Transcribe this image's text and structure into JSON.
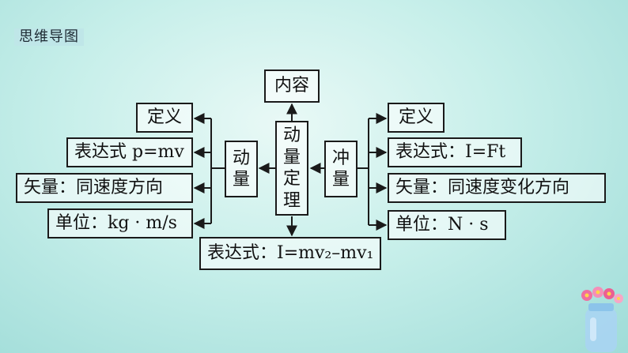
{
  "header": {
    "title": "思维导图"
  },
  "center": {
    "label": "动量定理",
    "chars": [
      "动",
      "量",
      "定",
      "理"
    ]
  },
  "top": {
    "label": "内容"
  },
  "bottom": {
    "label": "表达式：I=mv₂–mv₁"
  },
  "left_branch": {
    "label": "动量",
    "chars": [
      "动",
      "量"
    ],
    "items": [
      "定义",
      "表达式 p=mv",
      "矢量：同速度方向",
      "单位：kg · m/s"
    ]
  },
  "right_branch": {
    "label": "冲量",
    "chars": [
      "冲",
      "量"
    ],
    "items": [
      "定义",
      "表达式：I=Ft",
      "矢量：同速度变化方向",
      "单位：N · s"
    ]
  }
}
